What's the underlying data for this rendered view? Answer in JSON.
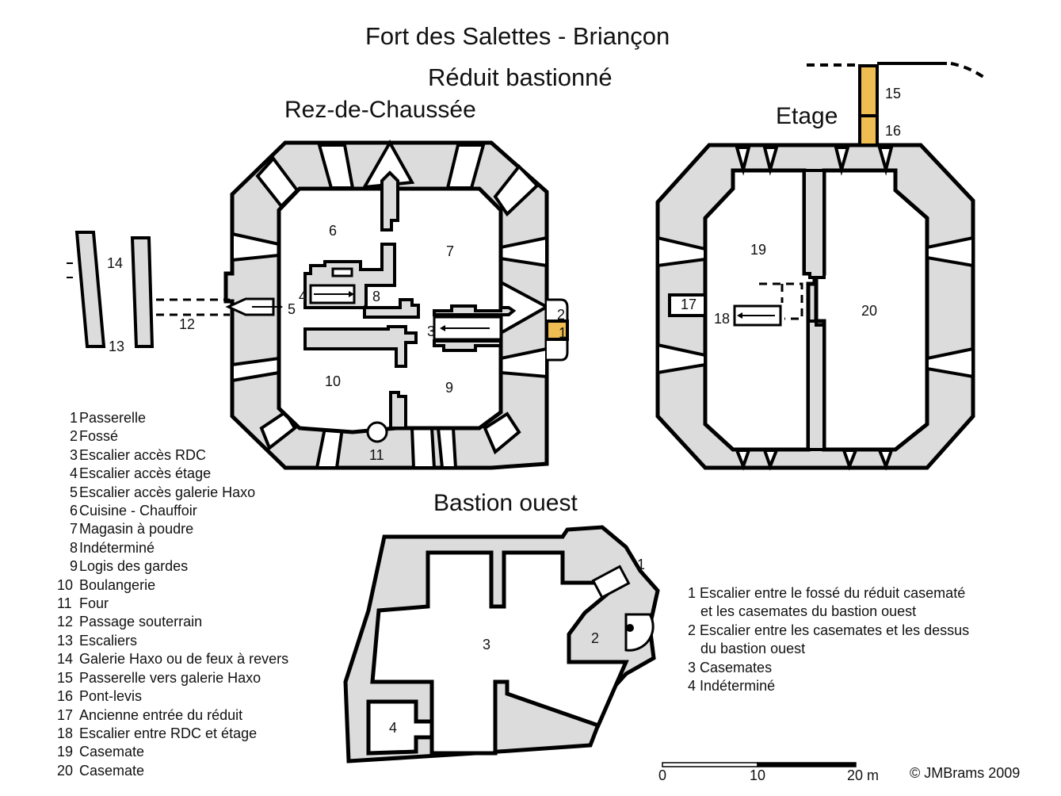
{
  "title": "Fort des Salettes  - Briançon",
  "subtitle": "Réduit bastionné",
  "plans": {
    "ground_floor": {
      "heading": "Rez-de-Chaussée",
      "room_labels": [
        "1",
        "2",
        "3",
        "4",
        "5",
        "6",
        "7",
        "8",
        "9",
        "10",
        "11",
        "12",
        "13",
        "14"
      ]
    },
    "upper_floor": {
      "heading": "Etage",
      "room_labels": [
        "15",
        "16",
        "17",
        "18",
        "19",
        "20"
      ]
    },
    "west_bastion": {
      "heading": "Bastion ouest",
      "room_labels": [
        "1",
        "2",
        "3",
        "4"
      ]
    }
  },
  "legend": [
    {
      "num": "1",
      "text": "Passerelle"
    },
    {
      "num": "2",
      "text": "Fossé"
    },
    {
      "num": "3",
      "text": "Escalier accès RDC"
    },
    {
      "num": "4",
      "text": "Escalier accès étage"
    },
    {
      "num": "5",
      "text": "Escalier accès galerie Haxo"
    },
    {
      "num": "6",
      "text": "Cuisine - Chauffoir"
    },
    {
      "num": "7",
      "text": "Magasin à poudre"
    },
    {
      "num": "8",
      "text": "Indéterminé"
    },
    {
      "num": "9",
      "text": "Logis des gardes"
    },
    {
      "num": "10",
      "text": "Boulangerie"
    },
    {
      "num": "11",
      "text": "Four"
    },
    {
      "num": "12",
      "text": "Passage souterrain"
    },
    {
      "num": "13",
      "text": "Escaliers"
    },
    {
      "num": "14",
      "text": "Galerie Haxo ou de feux à revers"
    },
    {
      "num": "15",
      "text": "Passerelle vers galerie Haxo"
    },
    {
      "num": "16",
      "text": "Pont-levis"
    },
    {
      "num": "17",
      "text": "Ancienne entrée du réduit"
    },
    {
      "num": "18",
      "text": "Escalier entre RDC et étage"
    },
    {
      "num": "19",
      "text": "Casemate"
    },
    {
      "num": "20",
      "text": "Casemate"
    }
  ],
  "bastion_legend": [
    {
      "num": "1",
      "text": "Escalier entre le fossé du réduit casematé",
      "cont": "et les casemates du bastion ouest"
    },
    {
      "num": "2",
      "text": "Escalier entre les casemates et les dessus",
      "cont": "du bastion ouest"
    },
    {
      "num": "3",
      "text": "Casemates"
    },
    {
      "num": "4",
      "text": "Indéterminé"
    }
  ],
  "scale_bar": {
    "ticks": [
      "0",
      "10",
      "20 m"
    ]
  },
  "copyright": "©  JMBrams 2009",
  "colors": {
    "highlight": "#f0bd52",
    "wall": "#dcdcdc",
    "outline": "#000000"
  }
}
